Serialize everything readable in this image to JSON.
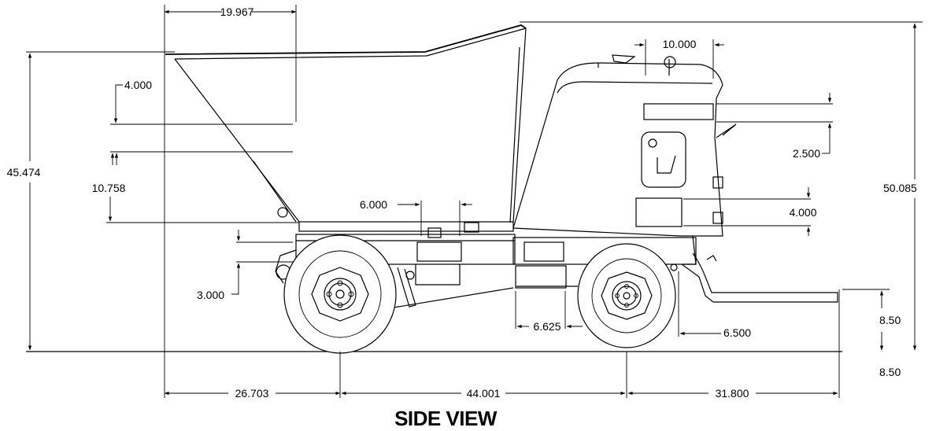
{
  "title": "SIDE VIEW",
  "dimensions": {
    "hopper_top_width": "19.967",
    "hopper_offset": "4.000",
    "hopper_lower_height": "10.758",
    "overall_height_hopper": "45.474",
    "frame_offset": "3.000",
    "bed_length": "6.000",
    "control_width": "10.000",
    "panel_height": "2.500",
    "switch_height": "4.000",
    "overall_height": "50.085",
    "frame_step": "6.625",
    "rear_offset": "6.500",
    "front_overhang": "26.703",
    "wheelbase": "44.001",
    "rear_overhang": "31.800",
    "footrest_height": "8.50",
    "footrest_height_ref": "8.50"
  }
}
